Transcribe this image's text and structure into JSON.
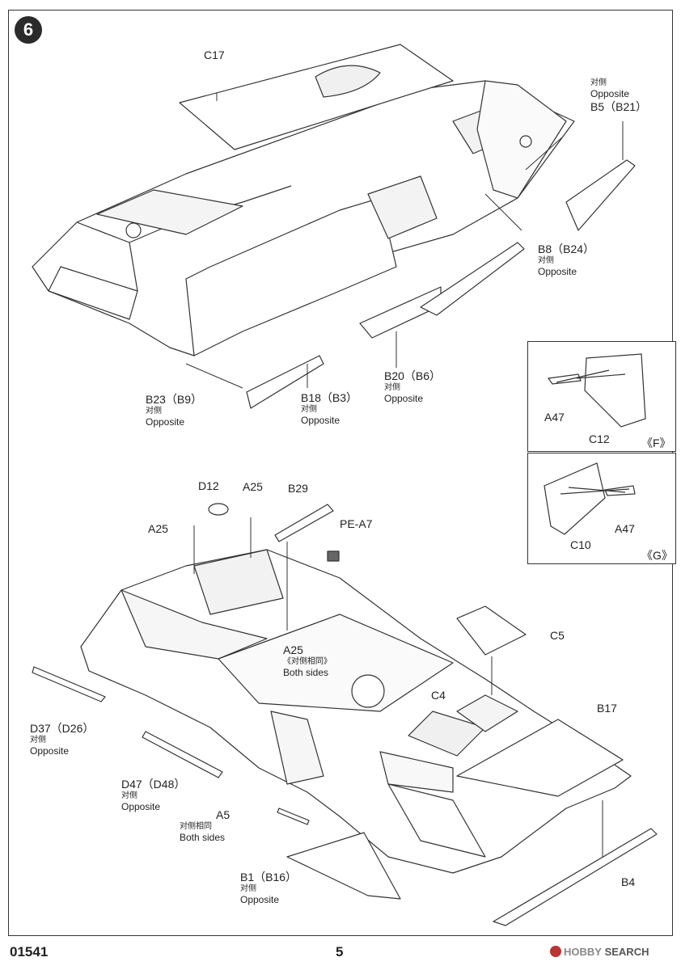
{
  "step": {
    "number": "6"
  },
  "labels": {
    "c17": "C17",
    "b5": {
      "code": "B5（B21）",
      "cn": "对侧",
      "en": "Opposite"
    },
    "b8": {
      "code": "B8（B24）",
      "cn": "对侧",
      "en": "Opposite"
    },
    "b23": {
      "code": "B23（B9）",
      "cn": "对侧",
      "en": "Opposite"
    },
    "b18": {
      "code": "B18（B3）",
      "cn": "对侧",
      "en": "Opposite"
    },
    "b20": {
      "code": "B20（B6）",
      "cn": "对侧",
      "en": "Opposite"
    },
    "d12": "D12",
    "a25_top": "A25",
    "a25_left": "A25",
    "b29": "B29",
    "pe_a7": "PE-A7",
    "a25_mid": {
      "code": "A25",
      "cn": "《对侧相同》",
      "en": "Both sides"
    },
    "c5": "C5",
    "c4": "C4",
    "b17": "B17",
    "d37": {
      "code": "D37（D26）",
      "cn": "对侧",
      "en": "Opposite"
    },
    "d47": {
      "code": "D47（D48）",
      "cn": "对侧",
      "en": "Opposite"
    },
    "a5": {
      "code": "A5",
      "cn": "对侧相同",
      "en": "Both sides"
    },
    "b1": {
      "code": "B1（B16）",
      "cn": "对侧",
      "en": "Opposite"
    },
    "b4": "B4"
  },
  "insets": {
    "f": {
      "a47": "A47",
      "c12": "C12",
      "tag": "《F》"
    },
    "g": {
      "c10": "C10",
      "a47": "A47",
      "tag": "《G》"
    }
  },
  "footer": {
    "product_code": "01541",
    "page_number": "5",
    "watermark_a": "HOBBY",
    "watermark_b": "SEARCH"
  }
}
